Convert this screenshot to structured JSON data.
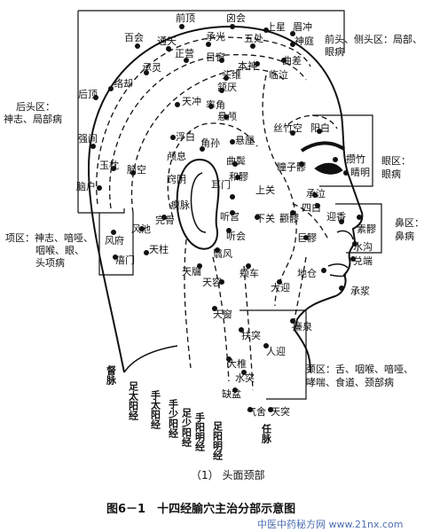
{
  "figure": {
    "caption": "（1） 头面颈部",
    "title": "图6－1　十四经腧穴主治分部示意图",
    "watermark": "中医中药秘方网 www.21nx.com"
  },
  "zones": {
    "qiantou": [
      "前头、侧头区：局部、",
      "眼病"
    ],
    "houtou": [
      "后头区：",
      "神志、局部病"
    ],
    "yan": [
      "眼区：",
      "眼病"
    ],
    "bi": [
      "鼻区：",
      "鼻病"
    ],
    "xiang": [
      "项区：神志、喑哑、",
      "咽喉、眼、",
      "头项病"
    ],
    "jing": [
      "颈区：舌、咽喉、喑哑、",
      "哮喘、食道、颈部病"
    ]
  },
  "meridians": {
    "du": "督脉",
    "zutaiyang": "足太阳经",
    "shoutaiyang": "手太阳经",
    "shoushaoyang": "手少阳经",
    "zushaoyang": "足少阳经",
    "shouyangming": "手阳明经",
    "zuyangming": "足阳明经",
    "ren": "任脉"
  },
  "points": {
    "qianding": "前顶",
    "xinhui": "囟会",
    "shangxing": "上星",
    "meichong": "眉冲",
    "baihui": "百会",
    "tongtian": "通天",
    "chengguang": "承光",
    "wuchu": "五处",
    "shenting": "神庭",
    "zhengying": "正营",
    "muchuang": "目窗",
    "benshen": "本神",
    "qucha": "曲差",
    "linqi": "临泣",
    "chengling": "承灵",
    "touwei": "头维",
    "hanyan": "颔厌",
    "luoque": "络却",
    "tianchong": "天冲",
    "shuaigu": "率角",
    "xuanlu": "悬颅",
    "xuanli": "悬厘",
    "houding": "后顶",
    "fubai": "浮白",
    "jiaosun": "角孙",
    "luxi": "颅息",
    "qumai": "瘈脉",
    "qiangjian": "强间",
    "yuzhen": "玉枕",
    "naokong": "脑空",
    "wangu": "完骨",
    "naohu": "脑户",
    "sizhukong": "丝竹空",
    "yangbai": "阳白",
    "zanzhu": "攒竹",
    "jingming": "睛明",
    "tongziliao": "瞳子髎",
    "qubin": "曲鬓",
    "heliao": "和髎",
    "shangguan": "上关",
    "ermen": "耳门",
    "tinggong": "听宫",
    "tinghui": "听会",
    "xiaguan": "下关",
    "yifeng": "翳风",
    "quanliao": "颧髎",
    "chengqi": "承泣",
    "sibai": "四白",
    "yingxiang": "迎香",
    "juliao": "巨髎",
    "suliao": "素髎",
    "shuigou": "水沟",
    "duiduan": "兑端",
    "dicang": "地仓",
    "chengjiang": "承浆",
    "jiache": "颊车",
    "daying": "大迎",
    "fengfu": "风府",
    "fengchi": "风池",
    "yamen": "瘖门",
    "tianzhu": "天柱",
    "tianyou": "天牖",
    "tianrong": "天容",
    "tianchuang": "天窗",
    "lianquan": "廉泉",
    "futu": "扶突",
    "renying": "人迎",
    "shuitu": "水突",
    "dazhui": "大椎",
    "quepen": "缺盆",
    "qishe": "气舍",
    "tiantu": "天突",
    "touqiao": "窍阴",
    "lingtai": "颅息"
  }
}
